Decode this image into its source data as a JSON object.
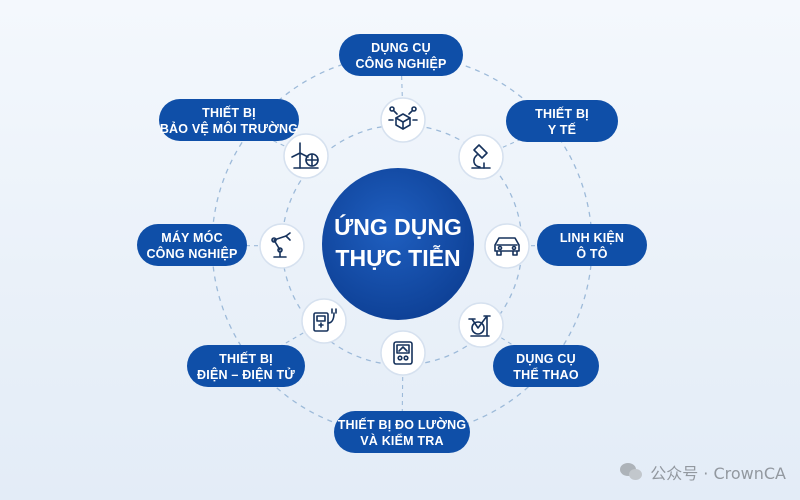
{
  "center": {
    "line1": "ỨNG DỤNG",
    "line2": "THỰC TIỄN"
  },
  "colors": {
    "primary": "#0f4fa8",
    "center_fill": "#1346a3",
    "icon_stroke": "#16325c",
    "dashed_ring": "#9dbad9"
  },
  "categories": [
    {
      "id": "industrial-tools",
      "line1": "DỤNG CỤ",
      "line2": "CÔNG NGHIỆP",
      "icon": "cube-network-icon"
    },
    {
      "id": "medical-equipment",
      "line1": "THIẾT BỊ",
      "line2": "Y TẾ",
      "icon": "microscope-icon"
    },
    {
      "id": "auto-parts",
      "line1": "LINH KIỆN",
      "line2": "Ô TÔ",
      "icon": "car-icon"
    },
    {
      "id": "sports-equipment",
      "line1": "DỤNG CỤ",
      "line2": "THỂ THAO",
      "icon": "exercise-bike-icon"
    },
    {
      "id": "measuring-testing",
      "line1": "THIẾT BỊ ĐO LƯỜNG",
      "line2": "VÀ KIỂM TRA",
      "icon": "meter-icon"
    },
    {
      "id": "electrical-electronic",
      "line1": "THIẾT BỊ",
      "line2": "ĐIỆN – ĐIỆN TỬ",
      "icon": "plug-device-icon"
    },
    {
      "id": "industrial-machinery",
      "line1": "MÁY MÓC",
      "line2": "CÔNG NGHIỆP",
      "icon": "robot-arm-icon"
    },
    {
      "id": "environmental-protection",
      "line1": "THIẾT BỊ",
      "line2": "BẢO VỆ MÔI TRƯỜNG",
      "icon": "wind-turbine-icon"
    }
  ],
  "watermark": {
    "text": "公众号 · CrownCA"
  }
}
